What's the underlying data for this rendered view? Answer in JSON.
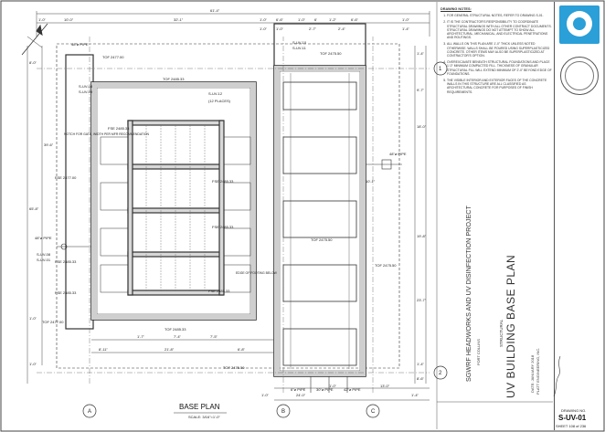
{
  "notes": {
    "title": "DRAWING NOTES:",
    "items": [
      "FOR GENERAL STRUCTURAL NOTES, REFER TO DRAWING S-01.",
      "IT IS THE CONTRACTOR'S RESPONSIBILITY TO COORDINATE STRUCTURAL DRAWINGS WITH ALL OTHER CONTRACT DOCUMENTS. STRUCTURAL DRAWINGS DO NOT ATTEMPT TO SHOW ALL ARCHITECTURAL, MECHANICAL, AND ELECTRICAL PENETRATIONS AND ROUTINGS.",
      "ALL WALLS ON THIS PLAN ARE 1'-0\" THICK UNLESS NOTED OTHERWISE. WALLS SHALL BE POURED USING SUPERPLASTICIZED CONCRETE. OTHER ITEMS MAY ALSO BE SUPERPLASTICIZED AT CONTRACTOR'S OPTION.",
      "OVEREXCAVATE BENEATH STRUCTURAL FOUNDATIONS AND PLACE 1'-0\" MINIMUM COMPACTED FILL. THICKNESS OF GRANULAR STRUCTURAL FILL WILL EXTEND MINIMUM OF 2'-0\" BEYOND EDGE OF FOUNDATIONS.",
      "THE VISIBLE INTERIOR AND EXTERIOR FACES OF THE CONCRETE WALLS IN THIS STRUCTURE ARE ALL CLASSIFIED AS ARCHITECTURAL CONCRETE FOR PURPOSES OF FINISH REQUIREMENTS."
    ]
  },
  "title_block": {
    "project": "SGWRF HEADWORKS AND UV DISINFECTION PROJECT",
    "city": "FORT COLLINS",
    "discipline": "STRUCTURAL",
    "sheet_title": "UV BUILDING BASE PLAN",
    "drawing_no_label": "DRAWING NO.",
    "drawing_no": "S-UV-01",
    "sheet_of": "SHEET 108 of 236",
    "date": "DATE: JANUARY 2018",
    "firm": "PLATT ENGINEERING, INC."
  },
  "plan": {
    "title": "BASE PLAN",
    "scale": "SCALE: 3/16\"=1'-0\"",
    "overall_dim": "61'-4\"",
    "top_dims": [
      "1'-0\"",
      "10'-0\"",
      "32'-1\"",
      "1'-0\"",
      "6'-6\"",
      "1'-0\"",
      "6'",
      "1'-2\"",
      "6'-6\"",
      "1'-0\""
    ],
    "top_dims_row2": [
      "1'-0\"",
      "1'-0\"",
      "2'-7\"",
      "2'-4\"",
      "1'-4\""
    ],
    "grid_col": [
      "A",
      "B",
      "C"
    ],
    "grid_row": [
      "1",
      "2"
    ],
    "left_dims": [
      "8'-0\"",
      "39'-6\"",
      "65'-8\"",
      "1'-0\"",
      "1'-0\""
    ],
    "right_dims": [
      "1'-4\"",
      "9'-7\"",
      "18'-0\"",
      "10'-1\"",
      "19'-8\"",
      "23'-7\"",
      "1'-4\"",
      "8'-6\""
    ],
    "bottom_dims": [
      "8'-11\"",
      "21'-8\"",
      "6'-8\"",
      "1'-7\"",
      "7'-4\"",
      "7'-5\"",
      "1'-0\"",
      "24'-0\"",
      "1'-0\"",
      "13'-0\"",
      "1'-4\""
    ],
    "labels": {
      "pipe_48": "48\"ø PIPE",
      "pipe_48_left": "48\"ø PIPE",
      "pipe_48_right": "48\"ø PIPE",
      "pipe_6_bottom": "6\"ø PIPE",
      "pipe_30_bottom": "30\"ø PIPE",
      "pipe_42_bottom": "42\"ø PIPE",
      "tof_2477_top": "TOF 2477.00",
      "tof_2477_left": "TOF 2477.00",
      "tof_2475_top": "TOF 2475.50",
      "tof_2485": "TOF 2485.33",
      "tof_2475_right": "TOF 2475.50",
      "tof_2475_mid": "TOF 2475.50",
      "tof_2475_bot": "TOF 2475.50",
      "tof_2485_bot": "TOF 2485.33",
      "fse_1": "FSE 2485.33",
      "fse_2": "FSE 2485.33",
      "fse_3": "FSE 2477.00",
      "fse_4": "FSE 2485.33",
      "fse_5": "FSE 2485.33",
      "fse_6": "FSE 2485.33",
      "fse_7": "FSE 2485.33",
      "notch": "NOTCH FOR GATE, WIDTH PER MFR RECOMMENDATION",
      "edge": "EDGE OF FOOTING BELOW",
      "callout_1": "S-UV-08",
      "callout_2": "S-UV-09",
      "callout_3": "S-UV-10",
      "callout_4": "S-UV-11",
      "callout_5": "S-UV-12",
      "twelve_places": "(12 PLACES)",
      "callout_left_a": "S-UV-08",
      "callout_left_b": "S-UV-01"
    }
  },
  "colors": {
    "line": "#333333",
    "accent": "#2a9fd8"
  }
}
